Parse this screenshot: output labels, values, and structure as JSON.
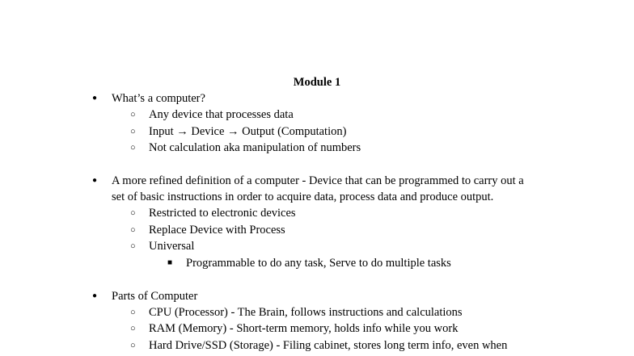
{
  "document": {
    "title": "Module 1",
    "sections": [
      {
        "text": "What’s a computer?",
        "children": [
          {
            "text": "Any device that processes data"
          },
          {
            "text": "Input → Device → Output (Computation)"
          },
          {
            "text": "Not calculation aka manipulation of numbers"
          }
        ]
      },
      {
        "text_line1": "A more refined definition of a computer - Device that can be programmed to carry out a",
        "text_line2": "set of basic instructions in order to acquire data, process data and produce output.",
        "children": [
          {
            "text": "Restricted to electronic devices"
          },
          {
            "text": "Replace Device with Process"
          },
          {
            "text": "Universal",
            "children": [
              {
                "text": "Programmable to do any task, Serve to do multiple tasks"
              }
            ]
          }
        ]
      },
      {
        "text": "Parts of Computer",
        "children": [
          {
            "text": "CPU (Processor) - The Brain, follows instructions and calculations"
          },
          {
            "text": "RAM (Memory) - Short-term memory, holds info while you work"
          },
          {
            "text": "Hard Drive/SSD (Storage) - Filing cabinet, stores long term info, even when"
          }
        ]
      }
    ],
    "bullets": {
      "level1": "●",
      "level2": "○",
      "level3": "■"
    }
  }
}
